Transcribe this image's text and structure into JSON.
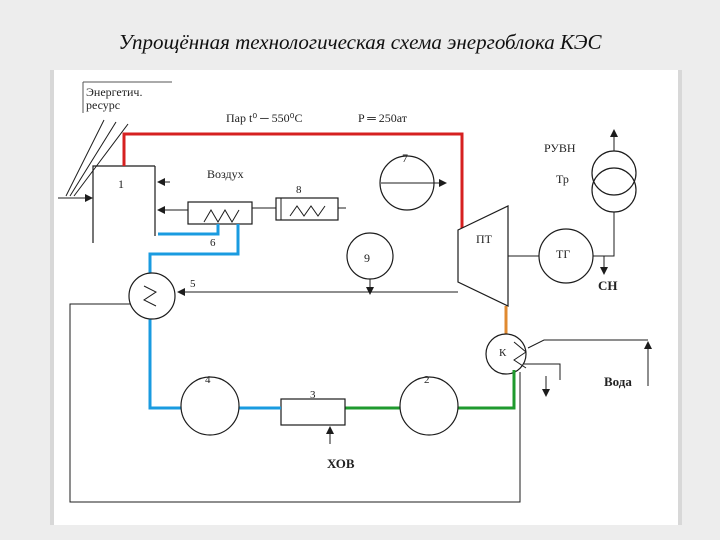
{
  "title": "Упрощённая технологическая схема энергоблока КЭС",
  "labels": {
    "energy_resource_line1": "Энергетич.",
    "energy_resource_line2": "ресурс",
    "boiler": "1",
    "steam": "Пар t⁰ ─ 550⁰С",
    "pressure": "P ═ 250ат",
    "air": "Воздух",
    "n7": "7",
    "n8": "8",
    "n6": "6",
    "n9": "9",
    "n5": "5",
    "pt": "ПТ",
    "tg": "ТГ",
    "ruvn": "РУВН",
    "tr": "Тр",
    "sn": "СН",
    "k": "К",
    "voda": "Вода",
    "n4": "4",
    "n3": "3",
    "n2": "2",
    "hov": "ХОВ"
  },
  "colors": {
    "steam_line": "#d62020",
    "feedwater_line": "#1a9be0",
    "condensate_line": "#1f9a2e",
    "exhaust_line": "#e08a30",
    "line": "#1c1c1c"
  }
}
